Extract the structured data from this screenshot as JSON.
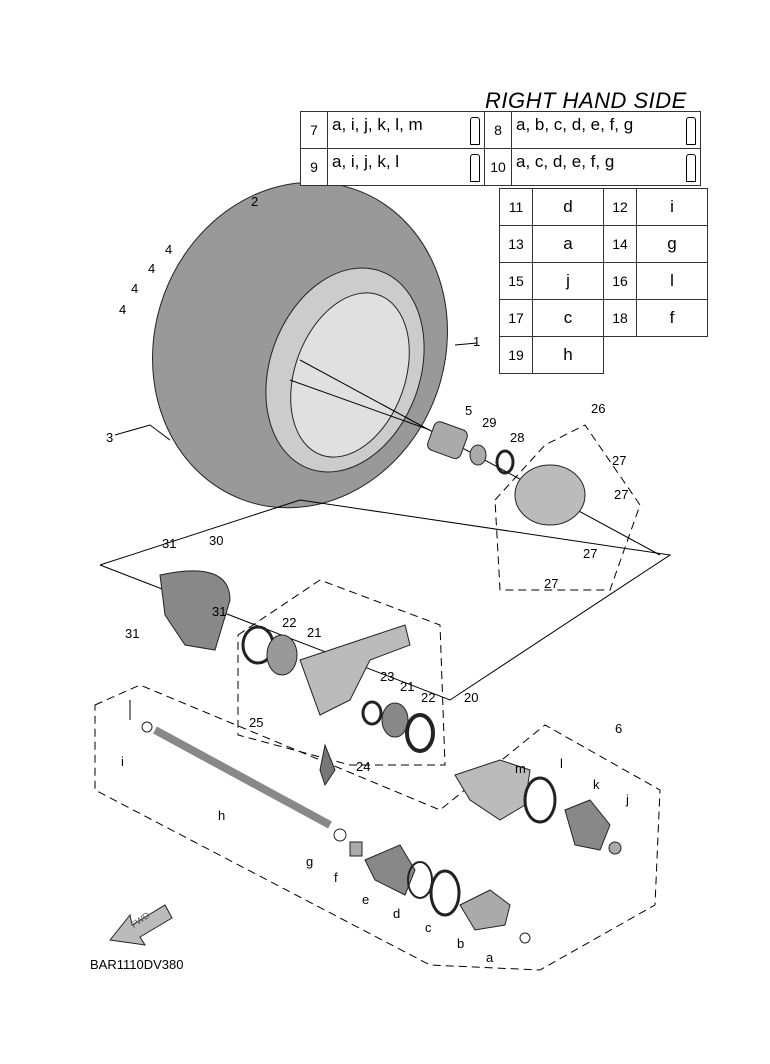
{
  "title": "RIGHT HAND SIDE",
  "grease_table": [
    {
      "num": "7",
      "parts": "a, i, j, k, l, m"
    },
    {
      "num": "8",
      "parts": "a, b, c, d, e, f, g"
    },
    {
      "num": "9",
      "parts": "a, i, j, k, l"
    },
    {
      "num": "10",
      "parts": "a, c, d, e, f, g"
    }
  ],
  "part_map": [
    {
      "num": "11",
      "part": "d"
    },
    {
      "num": "12",
      "part": "i"
    },
    {
      "num": "13",
      "part": "a"
    },
    {
      "num": "14",
      "part": "g"
    },
    {
      "num": "15",
      "part": "j"
    },
    {
      "num": "16",
      "part": "l"
    },
    {
      "num": "17",
      "part": "c"
    },
    {
      "num": "18",
      "part": "f"
    },
    {
      "num": "19",
      "part": "h"
    }
  ],
  "callouts": [
    "1",
    "2",
    "3",
    "4",
    "5",
    "6",
    "20",
    "21",
    "22",
    "23",
    "24",
    "25",
    "26",
    "27",
    "28",
    "29",
    "30",
    "31",
    "a",
    "b",
    "c",
    "d",
    "e",
    "f",
    "g",
    "h",
    "i",
    "j",
    "k",
    "l",
    "m"
  ],
  "fwd_label": "FWD",
  "diagram_code": "BAR1110DV380"
}
